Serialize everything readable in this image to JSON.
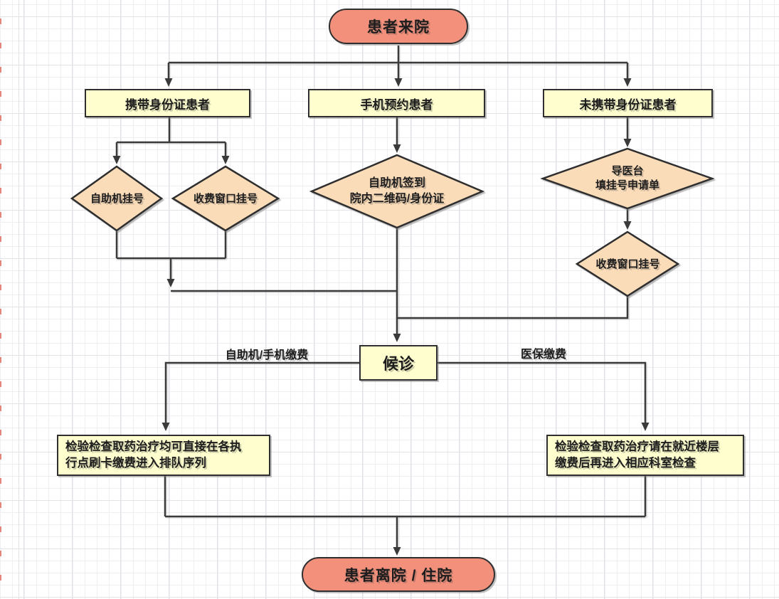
{
  "diagram": {
    "type": "flowchart",
    "language": "zh-CN",
    "colors": {
      "terminal_fill": "#F2907C",
      "process_fill": "#FEFECE",
      "decision_fill": "#FBDCB9",
      "shape_stroke": "#2F2F2F",
      "connector_stroke": "#3A3A3A",
      "grid_minor": "#EFEFF3",
      "grid_major": "#E2E2E7",
      "page_edge_tick": "#E06A5E"
    },
    "nodes": {
      "start": {
        "shape": "terminal",
        "label": "患者来院"
      },
      "with_id_card": {
        "shape": "process",
        "label": "携带身份证患者"
      },
      "phone_booking": {
        "shape": "process",
        "label": "手机预约患者"
      },
      "without_id_card": {
        "shape": "process",
        "label": "未携带身份证患者"
      },
      "self_machine_register": {
        "shape": "decision",
        "label": "自助机挂号"
      },
      "window_register_left": {
        "shape": "decision",
        "label": "收费窗口挂号"
      },
      "self_checkin": {
        "shape": "decision",
        "line1": "自助机签到",
        "line2": "院内二维码/身份证"
      },
      "guide_desk": {
        "shape": "decision",
        "line1": "导医台",
        "line2": "填挂号申请单"
      },
      "window_register_right": {
        "shape": "decision",
        "label": "收费窗口挂号"
      },
      "waiting": {
        "shape": "process",
        "label": "候诊"
      },
      "pay_at_point": {
        "shape": "process",
        "line1": "检验检查取药治疗均可直接在各执",
        "line2": "行点刷卡缴费进入排队序列"
      },
      "pay_nearest_floor": {
        "shape": "process",
        "line1": "检验检查取药治疗请在就近楼层",
        "line2": "缴费后再进入相应科室检查"
      },
      "end": {
        "shape": "terminal",
        "label": "患者离院 / 住院"
      }
    },
    "edge_labels": {
      "self_or_phone_pay": "自助机/手机缴费",
      "insurance_pay": "医保缴费"
    }
  }
}
